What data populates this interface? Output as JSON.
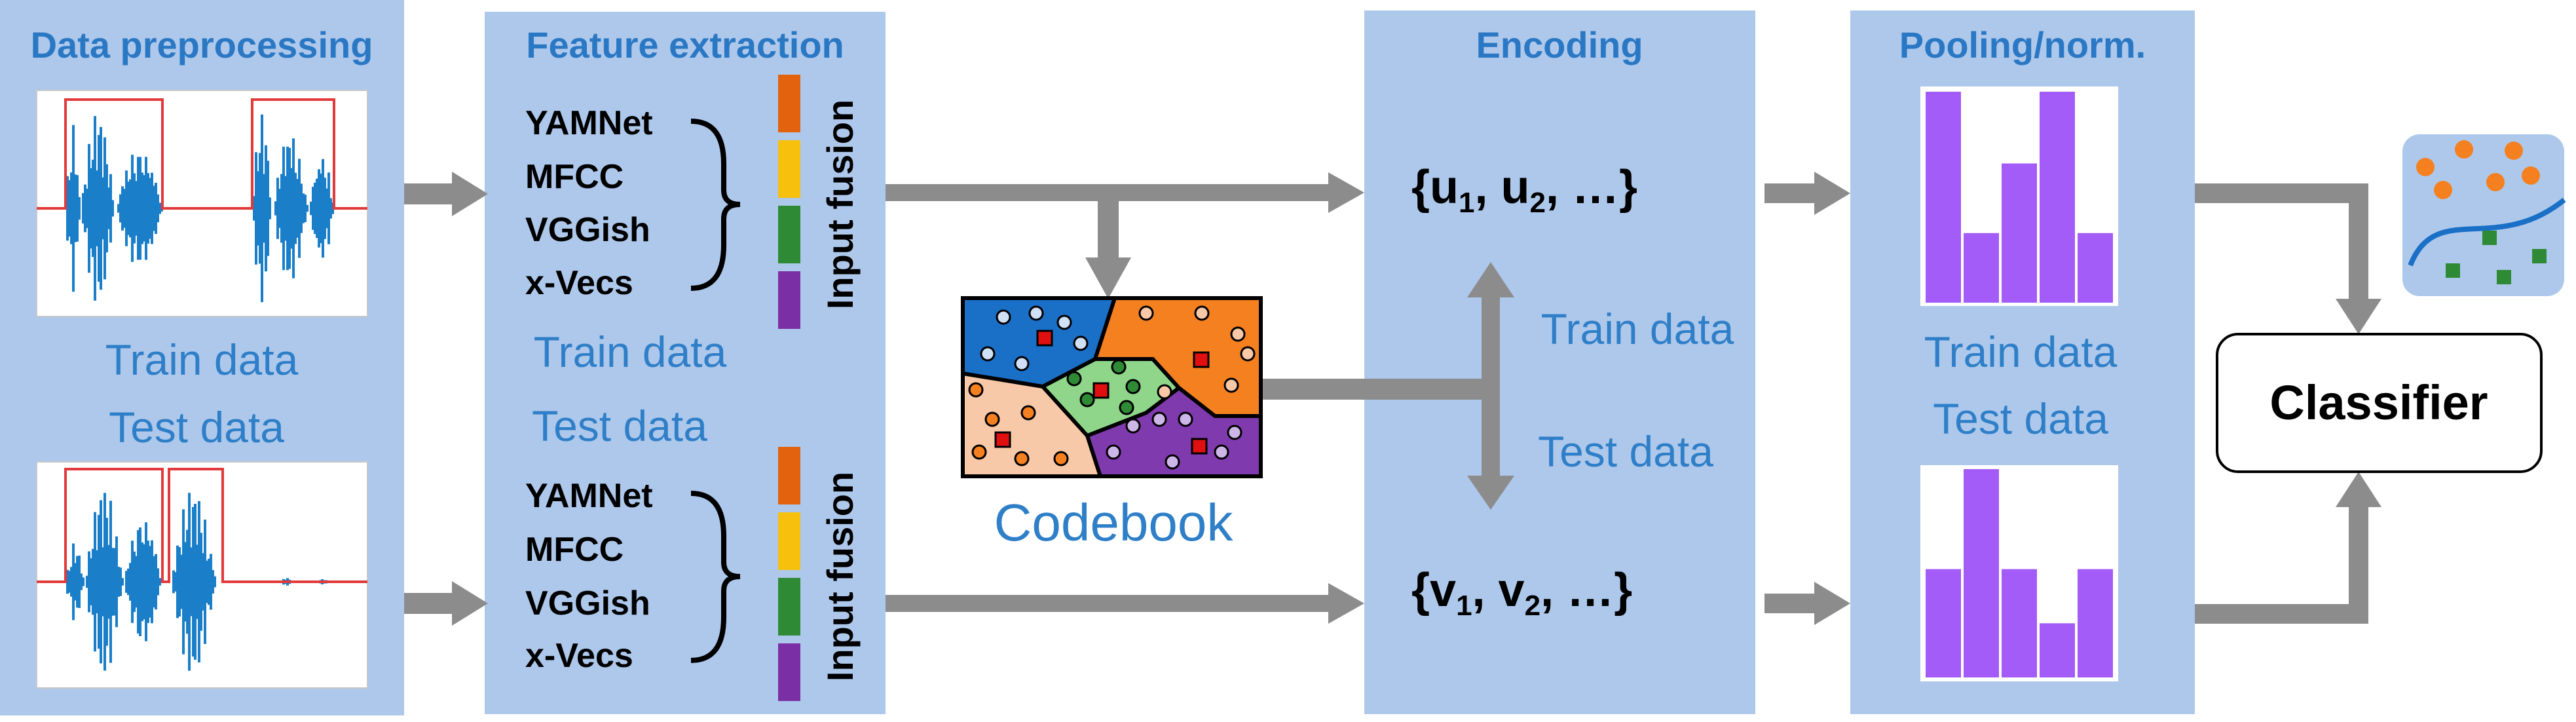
{
  "stages": {
    "preprocessing": {
      "title": "Data preprocessing",
      "train": "Train data",
      "test": "Test data"
    },
    "feature_extraction": {
      "title": "Feature extraction",
      "features": [
        "YAMNet",
        "MFCC",
        "VGGish",
        "x-Vecs"
      ],
      "fusion_label": "Input fusion",
      "train": "Train data",
      "test": "Test data"
    },
    "codebook": {
      "label": "Codebook"
    },
    "encoding": {
      "title": "Encoding",
      "train": "Train data",
      "test": "Test data",
      "u_open": "{u",
      "u_sub1": "1",
      "u_mid": ", u",
      "u_sub2": "2",
      "u_close": ", …}",
      "v_open": "{v",
      "v_sub1": "1",
      "v_mid": ", v",
      "v_sub2": "2",
      "v_close": ", …}"
    },
    "pooling": {
      "title": "Pooling/norm.",
      "train": "Train data",
      "test": "Test data",
      "train_hist": [
        1.0,
        0.33,
        0.66,
        1.0,
        0.33
      ],
      "test_hist": [
        0.52,
        1.0,
        0.52,
        0.26,
        0.52
      ]
    },
    "classifier": {
      "label": "Classifier"
    }
  },
  "colors": {
    "panel": "#aec8eb",
    "arrow": "#8c8c8c",
    "title_blue": "#2a78c4",
    "waveform": "#1a7ec8",
    "vad_line": "#e23a3a",
    "hist_bar": "#a35cf7",
    "feature_colors": [
      "#e2620e",
      "#f7c00c",
      "#2f8a36",
      "#7b2fa5"
    ],
    "codebook_regions": [
      "#1a6fc7",
      "#f48020",
      "#f8c9a8",
      "#8fd68a",
      "#7f3aad"
    ]
  }
}
